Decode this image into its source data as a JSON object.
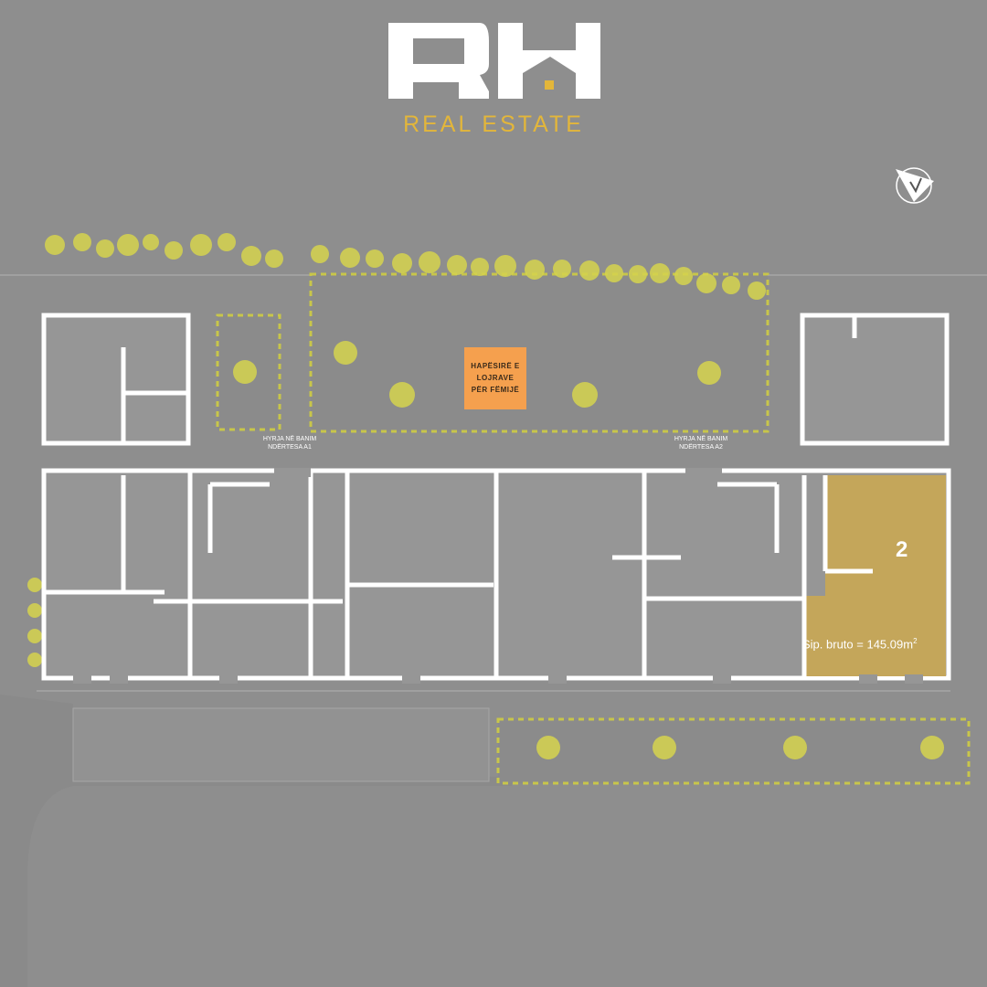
{
  "logo": {
    "mark": "RH",
    "subtitle": "REAL ESTATE"
  },
  "labels": {
    "play_area": [
      "HAPËSIRË E",
      "LOJRAVE",
      "PËR FËMIJË"
    ],
    "entry_a1": [
      "HYRJA NË BANIM",
      "NDËRTESA A1"
    ],
    "entry_a2": [
      "HYRJA NË BANIM",
      "NDËRTESA A2"
    ]
  },
  "unit": {
    "number": "2",
    "area_label": "Sip. bruto = 145.09m",
    "area_unit_sup": "2"
  },
  "colors": {
    "background": "#8e8e8e",
    "walls": "#ffffff",
    "highlight": "#c4a65a",
    "play_area": "#f5a04e",
    "trees": "#d6d44e",
    "logo_accent": "#e3b63a"
  },
  "icons": [
    "north-arrow-icon"
  ]
}
